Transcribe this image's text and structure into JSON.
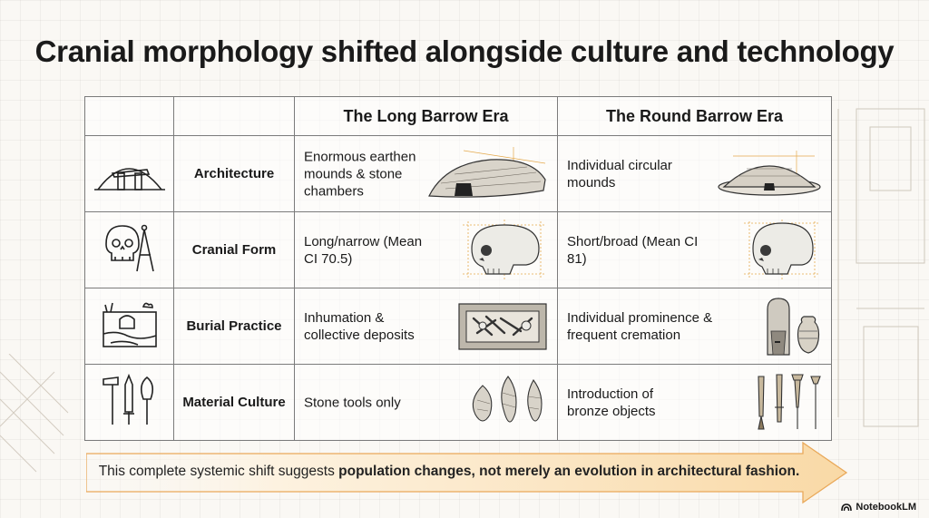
{
  "title": "Cranial morphology shifted alongside culture and technology",
  "table": {
    "columns": [
      "The Long Barrow Era",
      "The Round Barrow Era"
    ],
    "rows": [
      {
        "label": "Architecture",
        "icon": "dolmen-icon",
        "long": "Enormous earthen mounds & stone chambers",
        "round": "Individual circular mounds"
      },
      {
        "label": "Cranial Form",
        "icon": "skull-calipers-icon",
        "long": "Long/narrow (Mean CI 70.5)",
        "round": "Short/broad (Mean CI 81)"
      },
      {
        "label": "Burial Practice",
        "icon": "grave-icon",
        "long": "Inhumation & collective deposits",
        "round": "Individual prominence & frequent cremation"
      },
      {
        "label": "Material Culture",
        "icon": "tools-icon",
        "long": "Stone tools only",
        "round": "Introduction of bronze objects"
      }
    ]
  },
  "banner": {
    "prefix": "This complete systemic shift suggests ",
    "emphasis": "population changes, not merely an evolution in architectural fashion."
  },
  "brand": "NotebookLM",
  "colors": {
    "accent": "#e9a95a",
    "banner_fill": "#fbe6c4",
    "guide_lines": "#e4a94c"
  }
}
